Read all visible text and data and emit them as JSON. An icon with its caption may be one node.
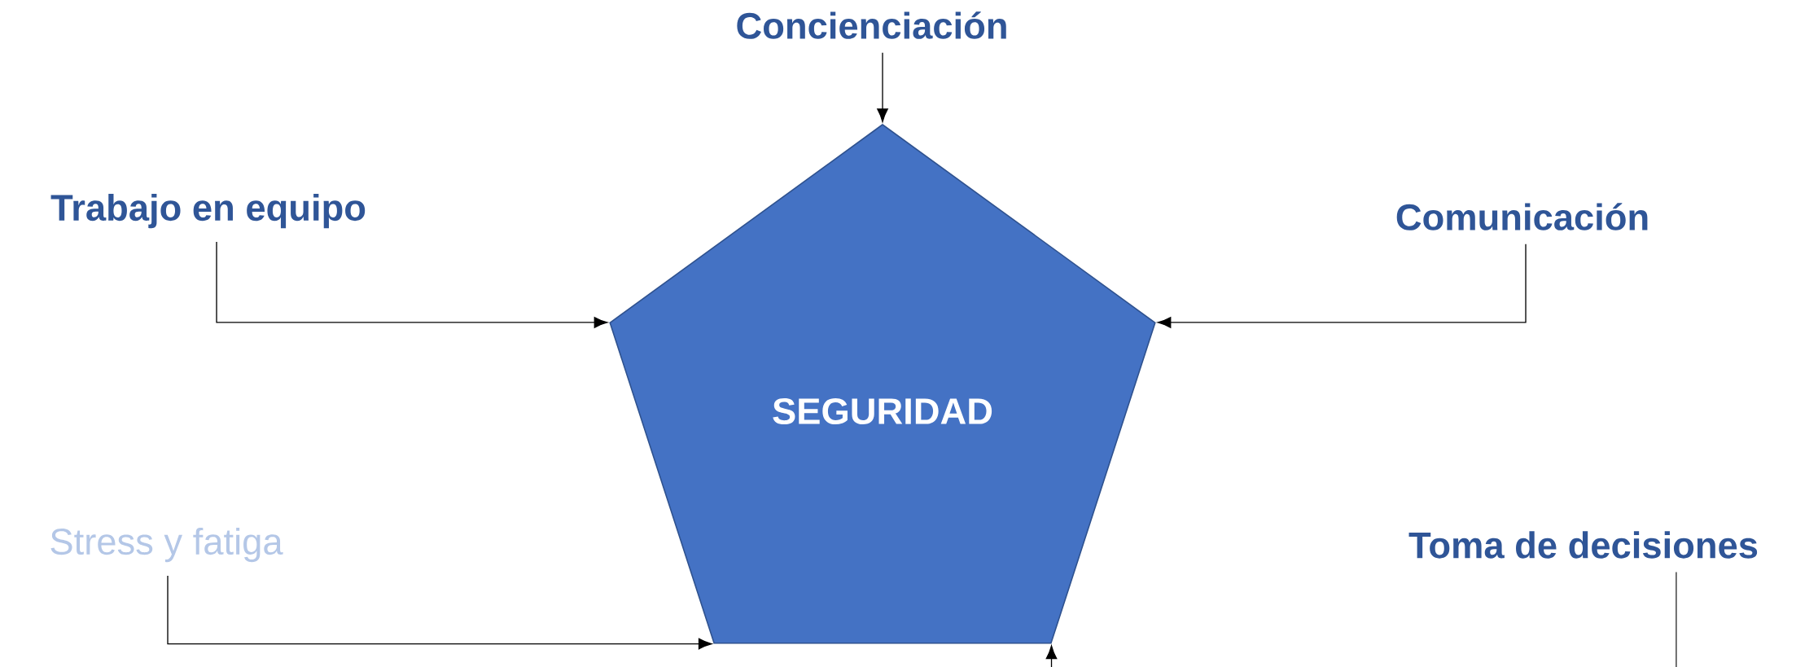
{
  "diagram": {
    "nodes": [
      {
        "text": [
          "SEGURIDAD"
        ]
      },
      {
        "text": [
          "Concienciación"
        ]
      },
      {
        "text": [
          "Trabajo en equipo"
        ]
      },
      {
        "text": [
          "Comunicación"
        ]
      },
      {
        "text": [
          "Stress y fatiga"
        ]
      },
      {
        "text": [
          "Toma de decisiones"
        ]
      }
    ],
    "edges": [
      {
        "from": 1,
        "to": 0,
        "arrow": "to"
      },
      {
        "from": 2,
        "to": 0,
        "arrow": "to"
      },
      {
        "from": 3,
        "to": 0,
        "arrow": "to"
      },
      {
        "from": 4,
        "to": 0,
        "arrow": "to"
      },
      {
        "from": 5,
        "to": 0,
        "arrow": "to"
      }
    ]
  }
}
